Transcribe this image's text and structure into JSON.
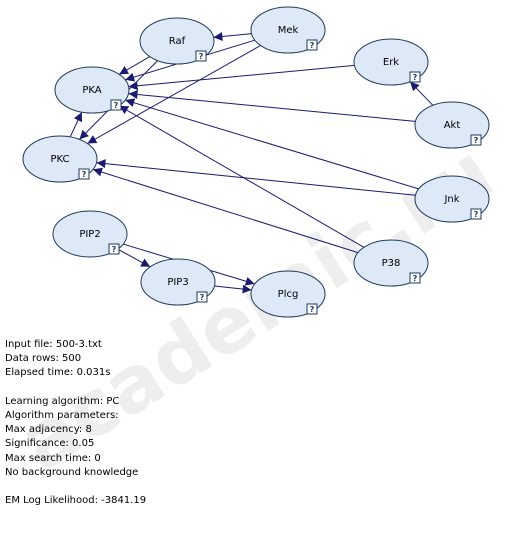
{
  "watermark": "academic.ru",
  "graph": {
    "nodes": [
      {
        "id": "raf",
        "label": "Raf",
        "help": "?"
      },
      {
        "id": "mek",
        "label": "Mek",
        "help": "?"
      },
      {
        "id": "pka",
        "label": "PKA",
        "help": "?"
      },
      {
        "id": "erk",
        "label": "Erk",
        "help": "?"
      },
      {
        "id": "akt",
        "label": "Akt",
        "help": "?"
      },
      {
        "id": "pkc",
        "label": "PKC",
        "help": "?"
      },
      {
        "id": "jnk",
        "label": "Jnk",
        "help": "?"
      },
      {
        "id": "pip2",
        "label": "PIP2",
        "help": "?"
      },
      {
        "id": "p38",
        "label": "P38",
        "help": "?"
      },
      {
        "id": "pip3",
        "label": "PIP3",
        "help": "?"
      },
      {
        "id": "plcg",
        "label": "Plcg",
        "help": "?"
      }
    ],
    "edges": [
      {
        "from": "mek",
        "to": "raf"
      },
      {
        "from": "mek",
        "to": "pka"
      },
      {
        "from": "mek",
        "to": "pkc"
      },
      {
        "from": "raf",
        "to": "pka"
      },
      {
        "from": "raf",
        "to": "pkc"
      },
      {
        "from": "erk",
        "to": "pka"
      },
      {
        "from": "akt",
        "to": "erk"
      },
      {
        "from": "akt",
        "to": "pka"
      },
      {
        "from": "jnk",
        "to": "pka"
      },
      {
        "from": "jnk",
        "to": "pkc"
      },
      {
        "from": "p38",
        "to": "pka"
      },
      {
        "from": "p38",
        "to": "pkc"
      },
      {
        "from": "pkc",
        "to": "pka"
      },
      {
        "from": "pip2",
        "to": "pip3"
      },
      {
        "from": "pip2",
        "to": "plcg"
      },
      {
        "from": "pip3",
        "to": "plcg"
      }
    ]
  },
  "info": {
    "input_file": "Input file: 500-3.txt",
    "data_rows": "Data rows: 500",
    "elapsed_time": "Elapsed time: 0.031s",
    "learning_algorithm": "Learning algorithm: PC",
    "algorithm_parameters": "Algorithm parameters:",
    "max_adjacency": "Max adjacency: 8",
    "significance": "Significance: 0.05",
    "max_search_time": "Max search time: 0",
    "background": "No background knowledge",
    "log_likelihood": "EM Log Likelihood: -3841.19"
  }
}
